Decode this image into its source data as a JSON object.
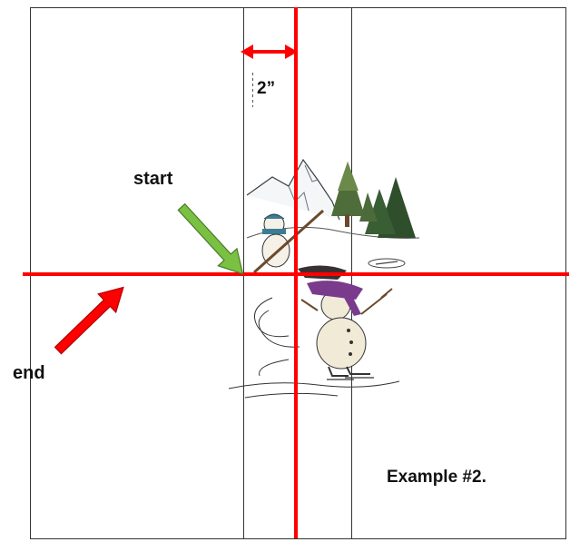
{
  "labels": {
    "start": "start",
    "end": "end",
    "dimension": "2”",
    "example": "Example #2."
  },
  "colors": {
    "guide_line": "#ff0000",
    "frame_line": "#333333",
    "start_arrow": "#7ac143",
    "end_arrow": "#ff0000",
    "dimension_arrow": "#ff0000"
  },
  "illustration": "winter-scene-embroidery-icon"
}
